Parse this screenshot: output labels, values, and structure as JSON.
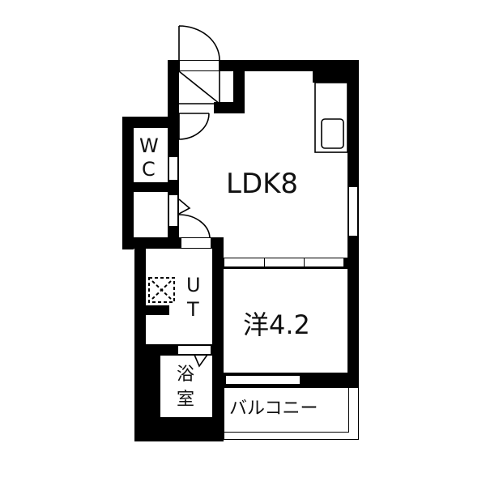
{
  "floorplan": {
    "rooms": {
      "ldk": {
        "label": "LDK8"
      },
      "western": {
        "label": "洋4.2"
      },
      "wc": {
        "label_line1": "W",
        "label_line2": "C"
      },
      "utility": {
        "label_line1": "U",
        "label_line2": "T"
      },
      "bath": {
        "label_line1": "浴",
        "label_line2": "室"
      },
      "balcony": {
        "label": "バルコニー"
      }
    },
    "colors": {
      "wall": "#000000",
      "background": "#ffffff"
    }
  }
}
